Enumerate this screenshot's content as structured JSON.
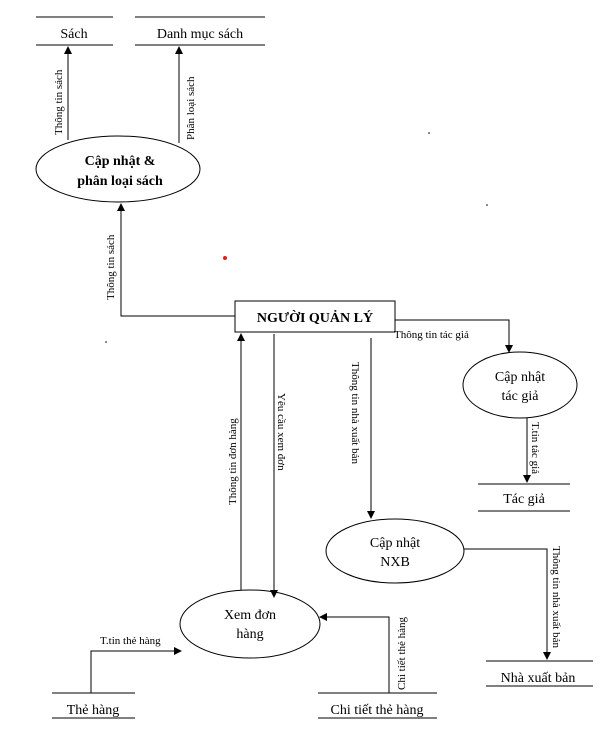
{
  "entities": {
    "manager": "NGƯỜI QUẢN LÝ"
  },
  "processes": {
    "update_classify_books": {
      "line1": "Cập nhật &",
      "line2": "phân loại sách"
    },
    "update_authors": {
      "line1": "Cập nhật",
      "line2": "tác giả"
    },
    "update_publishers": {
      "line1": "Cập nhật",
      "line2": "NXB"
    },
    "view_orders": {
      "line1": "Xem đơn",
      "line2": "hàng"
    }
  },
  "stores": {
    "books": "Sách",
    "book_categories": "Danh mục sách",
    "authors": "Tác giả",
    "publishers": "Nhà xuất bản",
    "cart": "Thẻ hàng",
    "cart_details": "Chi tiết thẻ hàng"
  },
  "flows": {
    "book_info_to_store": "Thông tin sách",
    "category_info": "Phân loại sách",
    "book_info_from_manager": "Thông tin sách",
    "author_info": "Thông tin tác giả",
    "author_info_short": "T.tin tác giả",
    "publisher_info": "Thông tin nhà xuất bản",
    "publisher_info_to_store": "Thông tin nhà xuất bản",
    "order_info": "Thông tin đơn hàng",
    "view_order_request": "Yêu cầu xem đơn",
    "cart_info": "T.tin thẻ hàng",
    "cart_details_flow": "Chi tiết thẻ hàng"
  }
}
